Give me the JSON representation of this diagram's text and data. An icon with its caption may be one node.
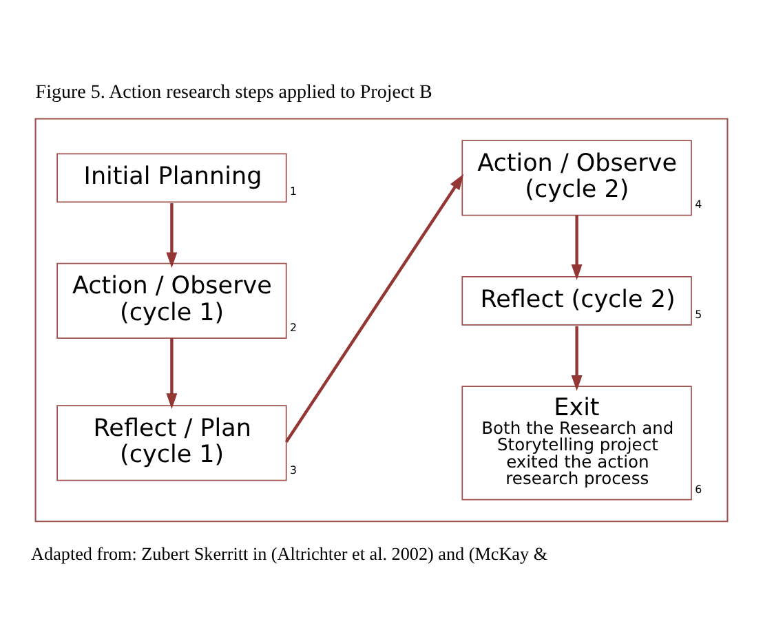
{
  "diagram": {
    "title": "Figure 5. Action research steps applied to Project B",
    "caption": "Adapted from: Zubert Skerritt in (Altrichter et al. 2002) and (McKay &",
    "nodes": [
      {
        "text": [],
        "shape": "box"
      },
      {
        "text": [
          "Initial Planning"
        ],
        "beside": [
          "1"
        ],
        "in": 0
      },
      {
        "text": [
          "Action / Observe (cycle 1)"
        ],
        "beside": [
          "2"
        ],
        "in": 0
      },
      {
        "text": [
          "Reflect / Plan (cycle 1)"
        ],
        "beside": [
          "3"
        ],
        "in": 0
      },
      {
        "text": [
          "Action / Observe (cycle 2)"
        ],
        "beside": [
          "4"
        ],
        "in": 0
      },
      {
        "text": [
          "Reflect (cycle 2)"
        ],
        "beside": [
          "5"
        ],
        "in": 0
      },
      {
        "text": [
          "Exit",
          "Both the Research and Storytelling project exited the action research process"
        ],
        "beside": [
          "6"
        ],
        "in": 0
      }
    ],
    "edges": [
      {
        "from": 1,
        "to": 2,
        "arrow": "to"
      },
      {
        "from": 2,
        "to": 3,
        "arrow": "to"
      },
      {
        "from": 3,
        "to": 4,
        "arrow": "to"
      },
      {
        "from": 4,
        "to": 5,
        "arrow": "to"
      },
      {
        "from": 5,
        "to": 6,
        "arrow": "to"
      }
    ]
  }
}
